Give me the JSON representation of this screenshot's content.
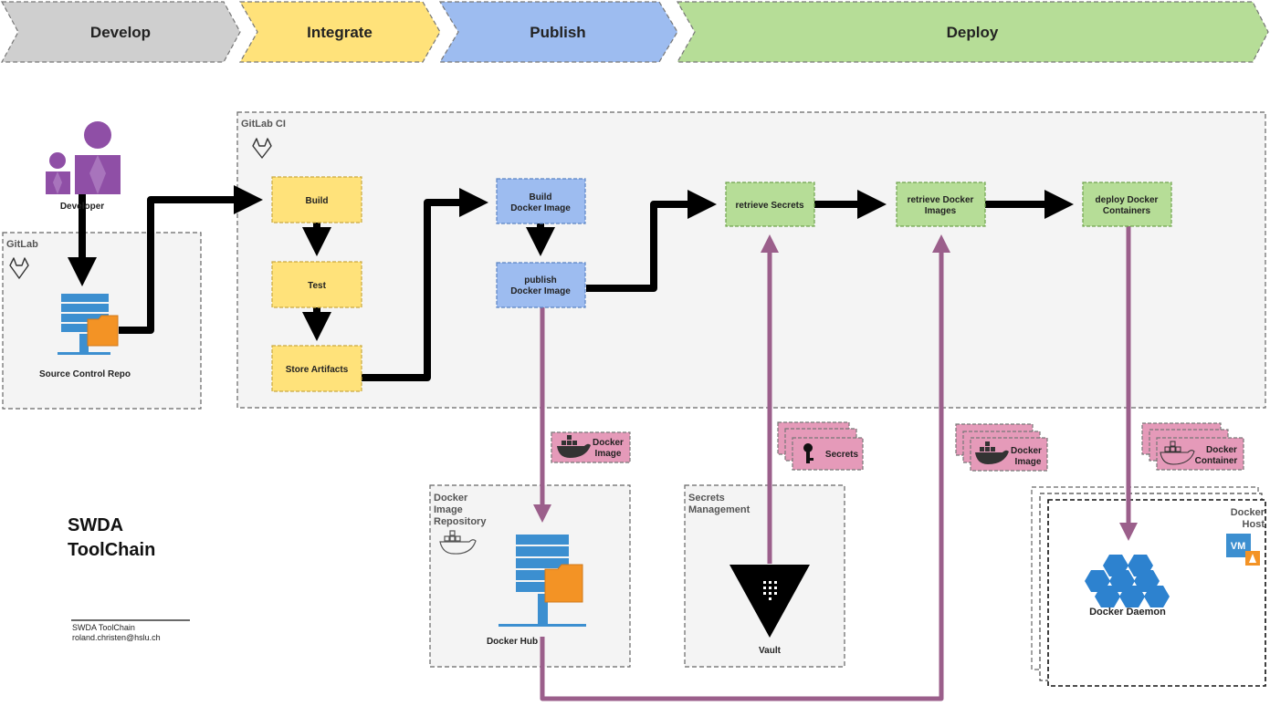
{
  "phases": [
    "Develop",
    "Integrate",
    "Publish",
    "Deploy"
  ],
  "colors": {
    "develop": "#cfcfcf",
    "integrate": "#ffe27a",
    "publish": "#9dbcf0",
    "deploy": "#b6dd97",
    "flow_pink": "#9b5f8b",
    "artifact_pink": "#e59ab9",
    "repo_blue": "#3c8fd0",
    "repo_orange": "#f39325",
    "dev_purple": "#8f4fa6"
  },
  "groups": {
    "gitlab": "GitLab",
    "gitlab_ci": "GitLab CI",
    "docker_repo": [
      "Docker",
      "Image",
      "Repository"
    ],
    "secrets": [
      "Secrets",
      "Management"
    ],
    "docker_host": [
      "Docker",
      "Host"
    ]
  },
  "nodes": {
    "developer": "Developer",
    "source_repo": "Source Control Repo",
    "build": "Build",
    "test": "Test",
    "store_artifacts": "Store Artifacts",
    "build_image": [
      "Build",
      "Docker Image"
    ],
    "publish_image": [
      "publish",
      "Docker Image"
    ],
    "retrieve_secrets": "retrieve Secrets",
    "retrieve_images": [
      "retrieve Docker",
      "Images"
    ],
    "deploy_containers": [
      "deploy Docker",
      "Containers"
    ],
    "docker_hub": "Docker Hub",
    "vault": "Vault",
    "docker_daemon": "Docker Daemon"
  },
  "artifacts": {
    "docker_image_a": [
      "Docker",
      "Image"
    ],
    "secrets": "Secrets",
    "docker_image_b": [
      "Docker",
      "Image"
    ],
    "docker_container": [
      "Docker",
      "Container"
    ]
  },
  "vm_badge": "VM",
  "title": [
    "SWDA",
    "ToolChain"
  ],
  "footer": [
    "SWDA ToolChain",
    "roland.christen@hslu.ch"
  ]
}
